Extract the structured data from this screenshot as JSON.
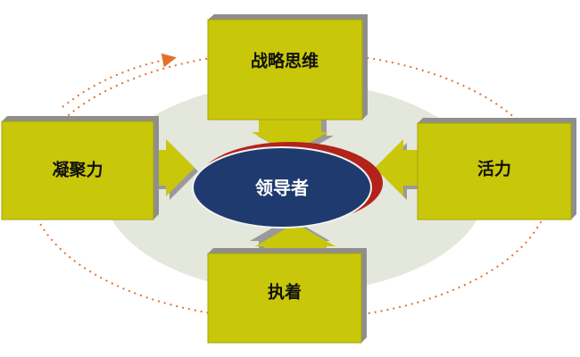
{
  "center": {
    "label": "领导者"
  },
  "nodes": {
    "top": {
      "label": "战略思维"
    },
    "left": {
      "label": "凝聚力"
    },
    "right": {
      "label": "活力"
    },
    "bottom": {
      "label": "执着"
    }
  },
  "colors": {
    "box_fill": "#c9c70a",
    "box_edge": "#9a9a9a",
    "center_fill": "#1f3a6e",
    "center_rim": "#b3231a",
    "backdrop": "#e4e7db",
    "orbit": "#e2722a"
  }
}
